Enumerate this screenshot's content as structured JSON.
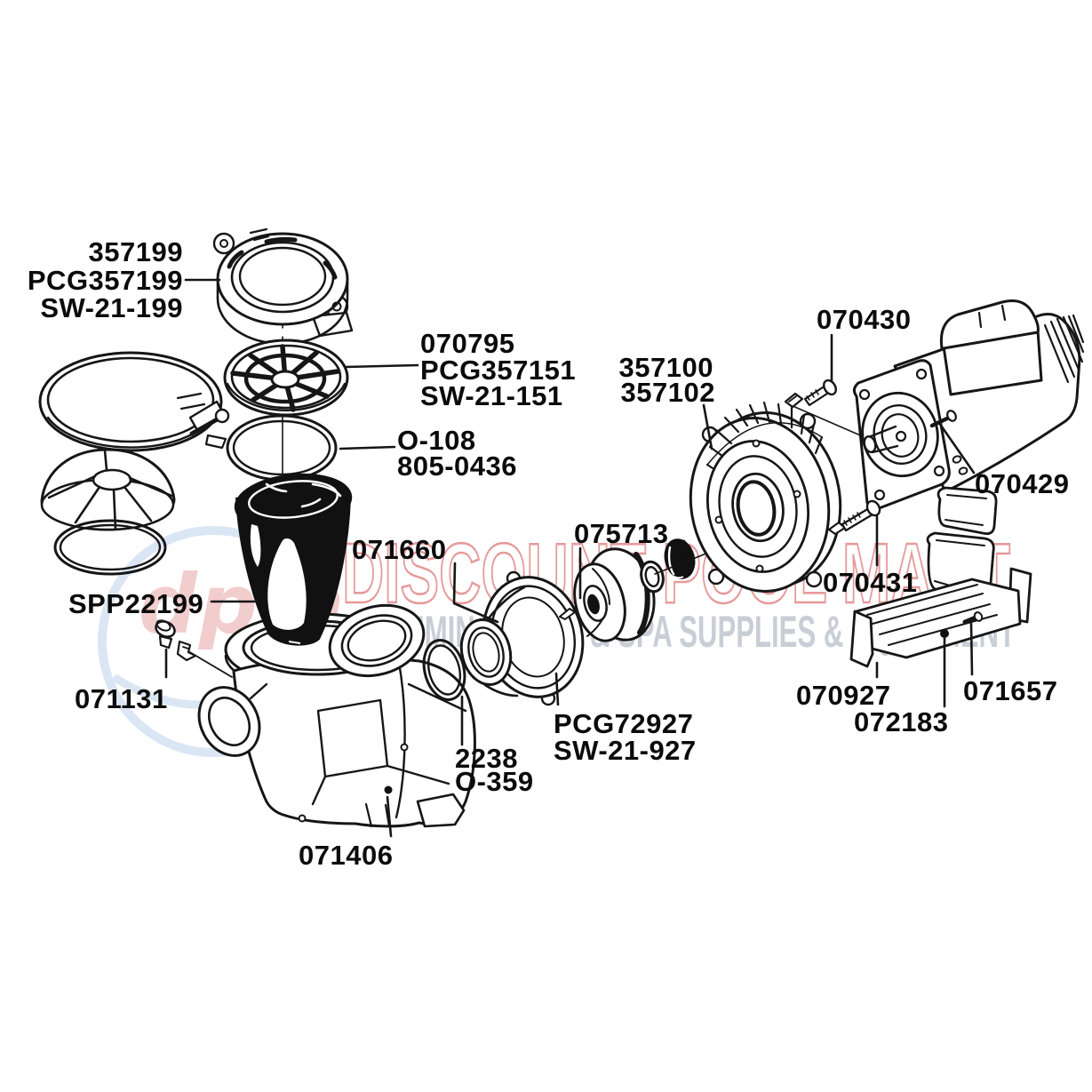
{
  "page": {
    "background": "#ffffff"
  },
  "colors": {
    "line": "#161616",
    "label": "#0b0b0b"
  },
  "watermark": {
    "brand_line": "DISCOUNT POOL MART",
    "tagline": "SWIMMING POOL & SPA SUPPLIES & EQUIPMENT",
    "logo_text": "dpm",
    "brand_color": "#d24848",
    "tagline_color": "#c9ced6",
    "logo_blue": "#7fa7d9",
    "logo_red": "#d05050"
  },
  "labels": {
    "lock_ring": {
      "lines": [
        "357199",
        "PCG357199",
        "SW-21-199"
      ]
    },
    "strainer_cover": {
      "lines": [
        "070795",
        "PCG357151",
        "SW-21-151"
      ]
    },
    "cover_oring": {
      "lines": [
        "O-108",
        "805-0436"
      ]
    },
    "motor_bolt": {
      "lines": [
        "070430"
      ]
    },
    "seal_plate": {
      "lines": [
        "357100",
        "357102"
      ]
    },
    "motor_pin": {
      "lines": [
        "070429"
      ]
    },
    "diffuser": {
      "lines": [
        "071660"
      ]
    },
    "shaft_seal": {
      "lines": [
        "075713"
      ]
    },
    "seal_plate_bolt": {
      "lines": [
        "070431"
      ]
    },
    "basket": {
      "lines": [
        "SPP22199"
      ]
    },
    "drain_plug": {
      "lines": [
        "071131"
      ]
    },
    "diffuser_oring": {
      "lines": [
        "2238",
        "O-359"
      ]
    },
    "impeller": {
      "lines": [
        "PCG72927",
        "SW-21-927"
      ]
    },
    "pump_housing": {
      "lines": [
        "071406"
      ]
    },
    "base_bracket": {
      "lines": [
        "070927"
      ]
    },
    "base_screw": {
      "lines": [
        "072183"
      ]
    },
    "base_pin": {
      "lines": [
        "071657"
      ]
    }
  }
}
